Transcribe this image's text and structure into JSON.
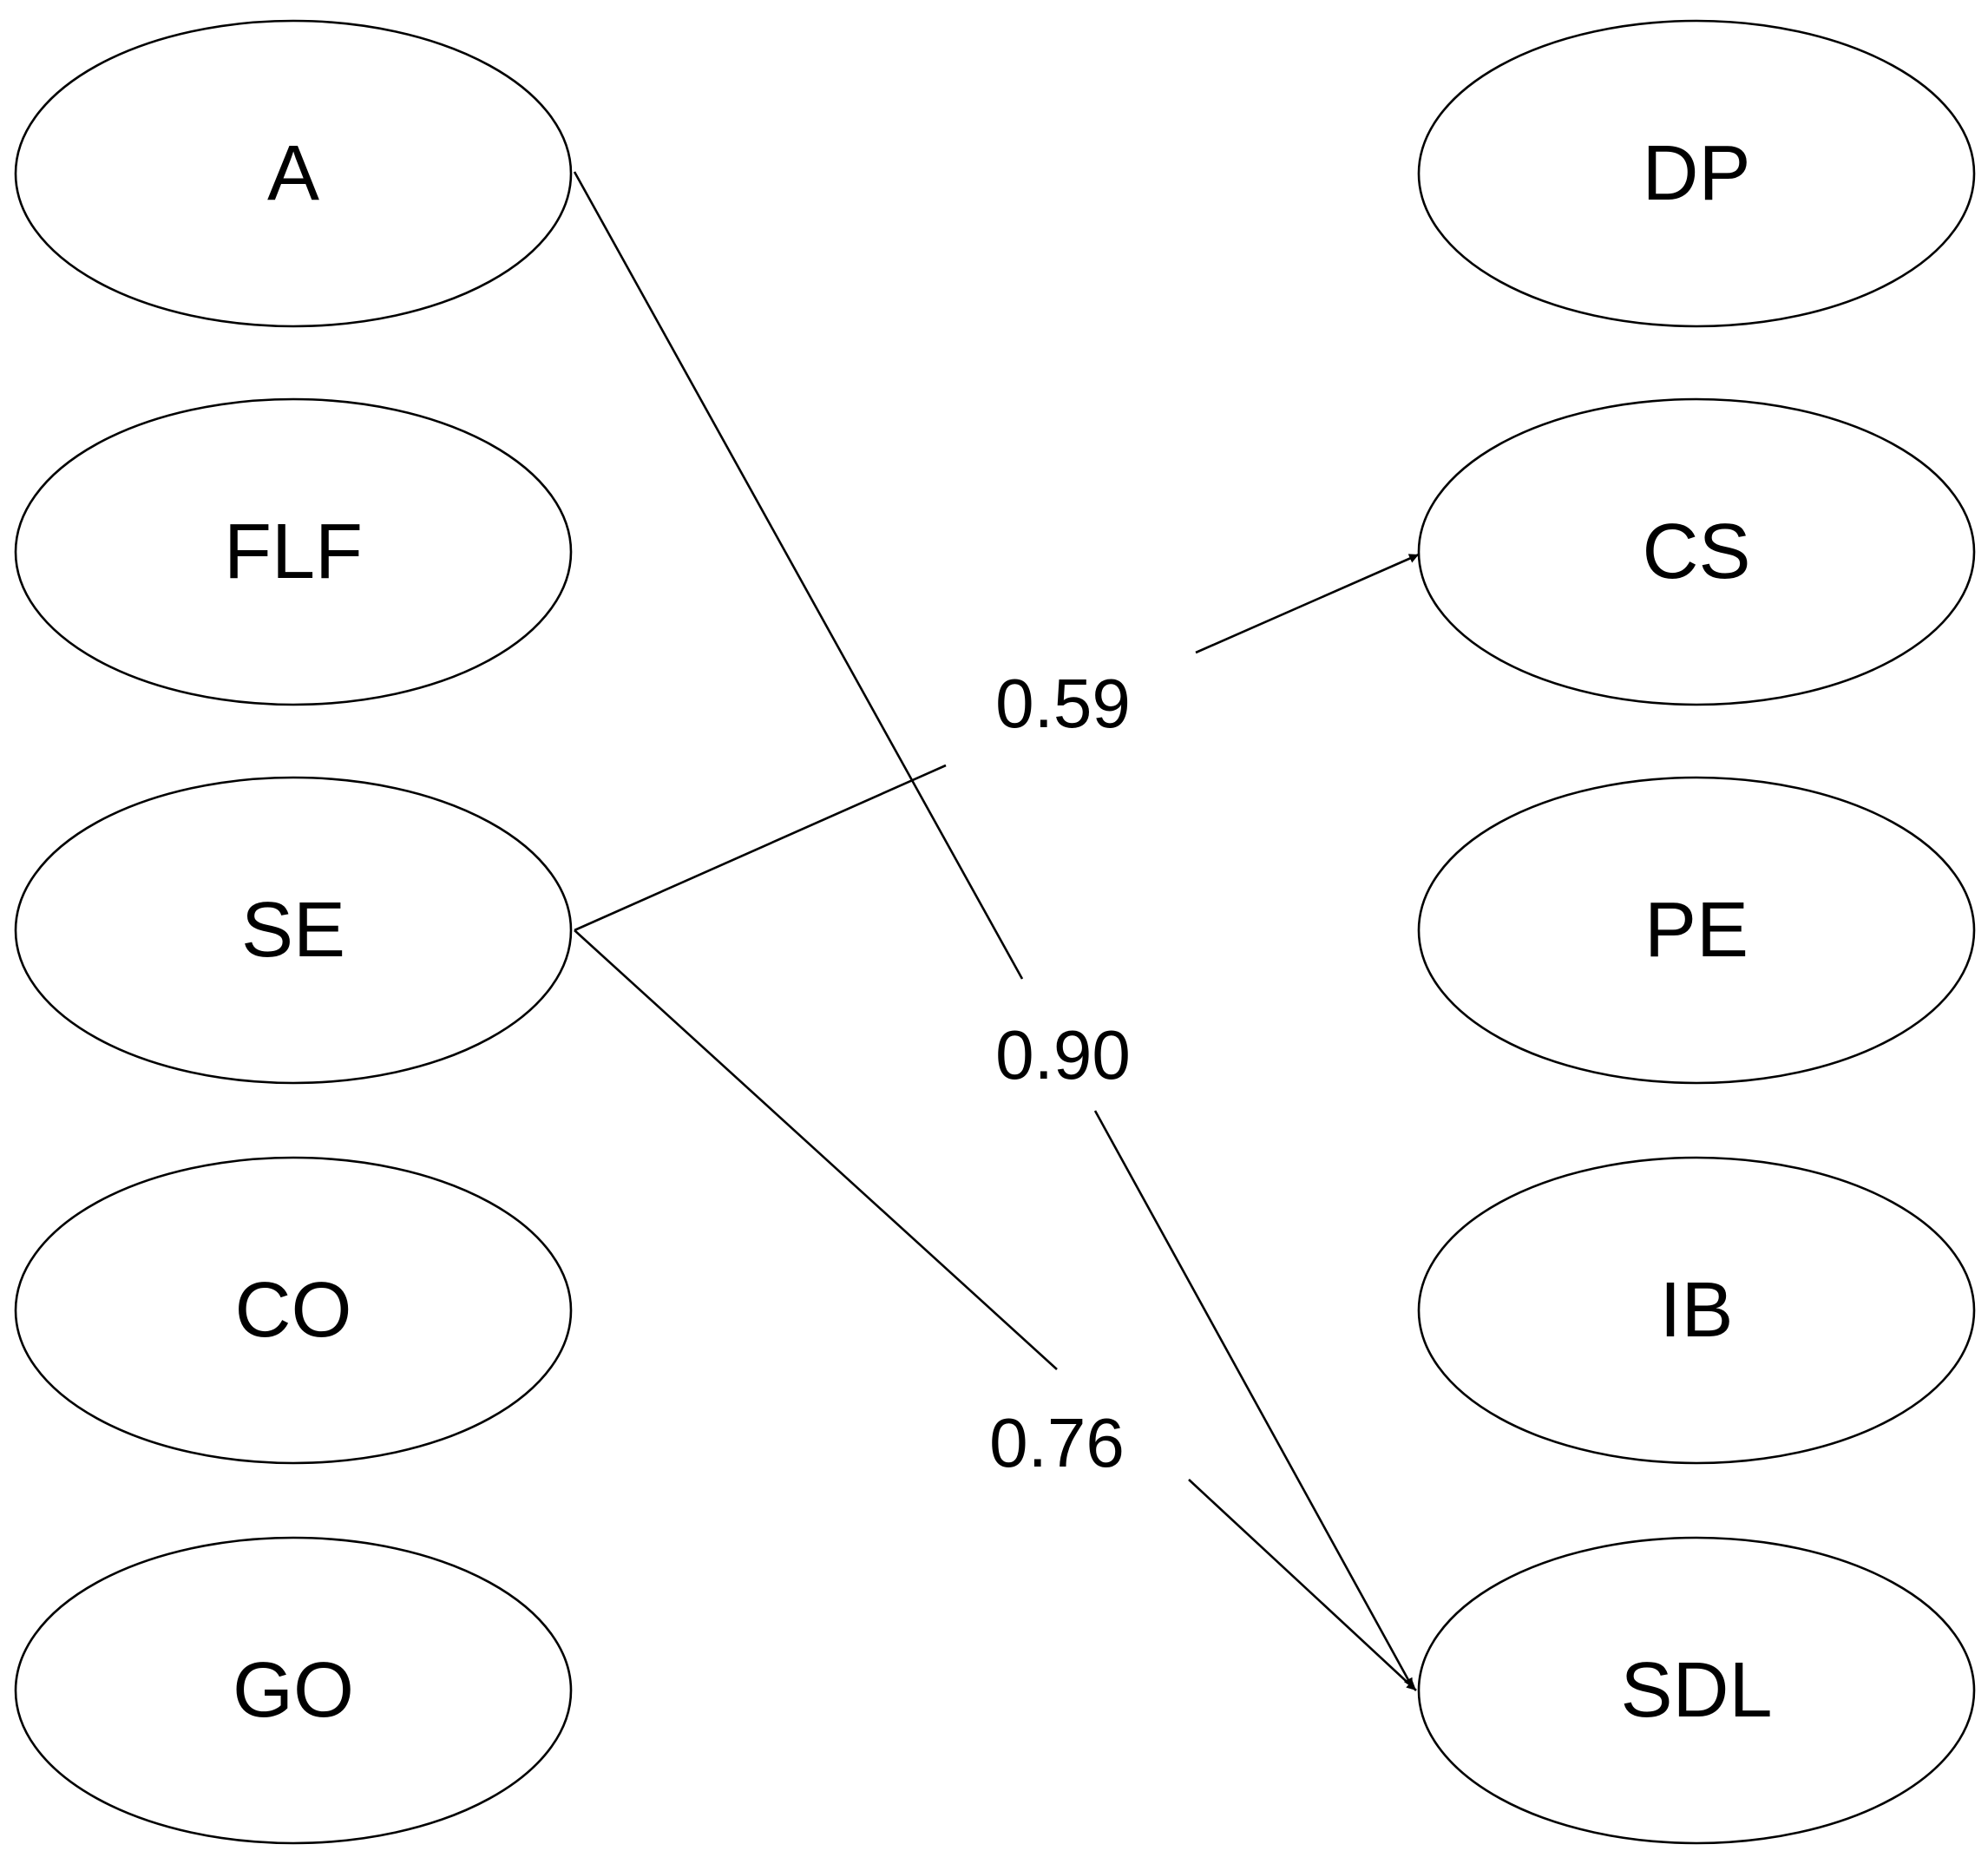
{
  "diagram": {
    "nodes": {
      "left": [
        {
          "id": "A",
          "label": "A"
        },
        {
          "id": "FLF",
          "label": "FLF"
        },
        {
          "id": "SE",
          "label": "SE"
        },
        {
          "id": "CO",
          "label": "CO"
        },
        {
          "id": "GO",
          "label": "GO"
        }
      ],
      "right": [
        {
          "id": "DP",
          "label": "DP"
        },
        {
          "id": "CS",
          "label": "CS"
        },
        {
          "id": "PE",
          "label": "PE"
        },
        {
          "id": "IB",
          "label": "IB"
        },
        {
          "id": "SDL",
          "label": "SDL"
        }
      ]
    },
    "edges": [
      {
        "from": "SE",
        "to": "CS",
        "label": "0.59"
      },
      {
        "from": "A",
        "to": "SDL",
        "label": "0.90"
      },
      {
        "from": "SE",
        "to": "SDL",
        "label": "0.76"
      }
    ],
    "colors": {
      "stroke": "#000000",
      "fill": "#ffffff",
      "text": "#000000"
    }
  }
}
